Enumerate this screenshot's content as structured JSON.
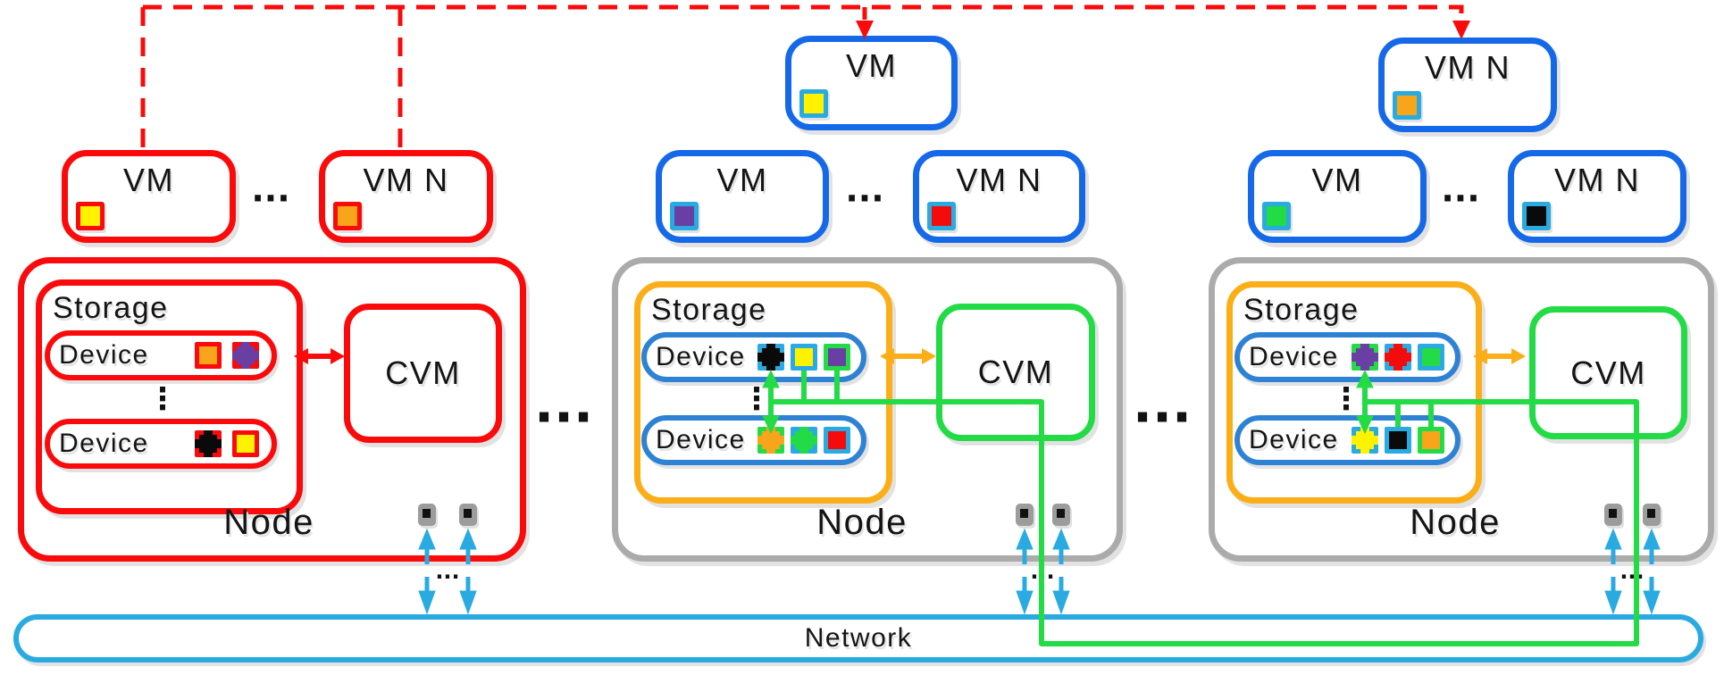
{
  "theme": {
    "red": "#FA0A0A",
    "blue": "#1569E8",
    "cyan": "#29ABE2",
    "deviceblue": "#2E82D4",
    "gray": "#ABABAB",
    "orange": "#FBAE17",
    "green": "#22DB45",
    "nicgray": "#9C9C9C"
  },
  "diagram": {
    "network": {
      "label": "Network"
    },
    "top_vms": [
      {
        "label": "VM",
        "color": "#1569E8",
        "square": {
          "fill": "#FFF200",
          "border": "#29ABE2",
          "style": "solid"
        }
      },
      {
        "label": "VM N",
        "color": "#1569E8",
        "square": {
          "fill": "#F9A51B",
          "border": "#29ABE2",
          "style": "solid"
        }
      }
    ],
    "node_ellipses": [
      "···",
      "···"
    ],
    "nodes": [
      {
        "label": "Node",
        "color": "#FA0A0A",
        "vm_color": "#FA0A0A",
        "vm_ellipsis": "···",
        "nic_ellipsis": "···",
        "vms": [
          {
            "label": "VM",
            "square": {
              "fill": "#FFF200",
              "border": "#FA0A0A",
              "style": "solid"
            }
          },
          {
            "label": "VM N",
            "square": {
              "fill": "#F9A51B",
              "border": "#FA0A0A",
              "style": "solid"
            }
          }
        ],
        "storage": {
          "label": "Storage",
          "color": "#FA0A0A",
          "device_color": "#FA0A0A",
          "ellipsis": "⋮",
          "devices": [
            {
              "label": "Device",
              "squares": [
                {
                  "fill": "#F9A51B",
                  "border": "#FA0A0A",
                  "style": "solid"
                },
                {
                  "fill": "#6A3FA3",
                  "border": "#FA0A0A",
                  "style": "dashed"
                }
              ]
            },
            {
              "label": "Device",
              "squares": [
                {
                  "fill": "#0A0A0A",
                  "border": "#FA0A0A",
                  "style": "dashed"
                },
                {
                  "fill": "#FFF200",
                  "border": "#FA0A0A",
                  "style": "solid"
                }
              ]
            }
          ]
        },
        "cvm": {
          "label": "CVM",
          "color": "#FA0A0A"
        }
      },
      {
        "label": "Node",
        "color": "#ABABAB",
        "vm_color": "#1569E8",
        "vm_ellipsis": "···",
        "nic_ellipsis": "···",
        "vms": [
          {
            "label": "VM",
            "square": {
              "fill": "#6A3FA3",
              "border": "#29ABE2",
              "style": "solid"
            }
          },
          {
            "label": "VM N",
            "square": {
              "fill": "#F40B0B",
              "border": "#29ABE2",
              "style": "solid"
            }
          }
        ],
        "storage": {
          "label": "Storage",
          "color": "#FBAE17",
          "device_color": "#2E82D4",
          "ellipsis": "⋮",
          "devices": [
            {
              "label": "Device",
              "squares": [
                {
                  "fill": "#0A0A0A",
                  "border": "#29ABE2",
                  "style": "dashed"
                },
                {
                  "fill": "#FFF200",
                  "border": "#29ABE2",
                  "style": "solid"
                },
                {
                  "fill": "#6A3FA3",
                  "border": "#22DB45",
                  "style": "solid"
                }
              ]
            },
            {
              "label": "Device",
              "squares": [
                {
                  "fill": "#F9A51B",
                  "border": "#22DB45",
                  "style": "dashed"
                },
                {
                  "fill": "#22DB45",
                  "border": "#29ABE2",
                  "style": "dashed"
                },
                {
                  "fill": "#F40B0B",
                  "border": "#29ABE2",
                  "style": "solid"
                }
              ]
            }
          ]
        },
        "cvm": {
          "label": "CVM",
          "color": "#22DB45"
        }
      },
      {
        "label": "Node",
        "color": "#ABABAB",
        "vm_color": "#1569E8",
        "vm_ellipsis": "···",
        "nic_ellipsis": "···",
        "vms": [
          {
            "label": "VM",
            "square": {
              "fill": "#22DB45",
              "border": "#29ABE2",
              "style": "solid"
            }
          },
          {
            "label": "VM N",
            "square": {
              "fill": "#0A0A0A",
              "border": "#29ABE2",
              "style": "solid"
            }
          }
        ],
        "storage": {
          "label": "Storage",
          "color": "#FBAE17",
          "device_color": "#2E82D4",
          "ellipsis": "⋮",
          "devices": [
            {
              "label": "Device",
              "squares": [
                {
                  "fill": "#6A3FA3",
                  "border": "#22DB45",
                  "style": "dashed"
                },
                {
                  "fill": "#F40B0B",
                  "border": "#29ABE2",
                  "style": "dashed"
                },
                {
                  "fill": "#22DB45",
                  "border": "#29ABE2",
                  "style": "solid"
                }
              ]
            },
            {
              "label": "Device",
              "squares": [
                {
                  "fill": "#FFF200",
                  "border": "#29ABE2",
                  "style": "dashed"
                },
                {
                  "fill": "#0A0A0A",
                  "border": "#29ABE2",
                  "style": "solid"
                },
                {
                  "fill": "#F9A51B",
                  "border": "#22DB45",
                  "style": "solid"
                }
              ]
            }
          ]
        },
        "cvm": {
          "label": "CVM",
          "color": "#22DB45"
        }
      }
    ]
  }
}
